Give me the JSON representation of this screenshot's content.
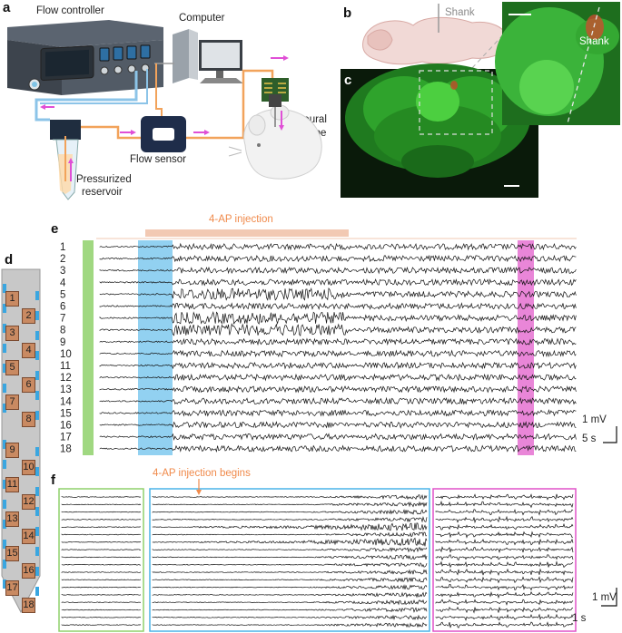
{
  "panels": {
    "a": "a",
    "b": "b",
    "c": "c",
    "d": "d",
    "e": "e",
    "f": "f"
  },
  "setup": {
    "flow_controller": "Flow controller",
    "computer": "Computer",
    "flow_sensor": "Flow sensor",
    "pressurized": "Pressurized",
    "reservoir": "reservoir",
    "neural": "Neural",
    "probe": "probe"
  },
  "histology": {
    "shank_b": "Shank",
    "shank_inset": "Shank"
  },
  "probe": {
    "channels_top": [
      "1",
      "2",
      "3",
      "4",
      "5",
      "6",
      "7",
      "8"
    ],
    "channels_bottom": [
      "9",
      "10",
      "11",
      "12",
      "13",
      "14",
      "15",
      "16",
      "17",
      "18"
    ]
  },
  "recording_e": {
    "injection_label": "4-AP injection",
    "channels": [
      "1",
      "2",
      "3",
      "4",
      "5",
      "6",
      "7",
      "8",
      "9",
      "10",
      "11",
      "12",
      "13",
      "14",
      "15",
      "16",
      "17",
      "18"
    ],
    "scale_mv": "1 mV",
    "scale_s": "5 s"
  },
  "recording_f": {
    "injection_begins": "4-AP injection begins",
    "scale_mv": "1 mV",
    "scale_s": "1 s"
  },
  "colors": {
    "green_window": "#8fd16b",
    "blue_window": "#4ab3e8",
    "magenta_window": "#e052c8",
    "injection_bar": "#f2c9b3",
    "flow_arrow": "#e04fd6",
    "tubing_orange": "#f2a35b",
    "tubing_blue": "#8cc4e8"
  }
}
